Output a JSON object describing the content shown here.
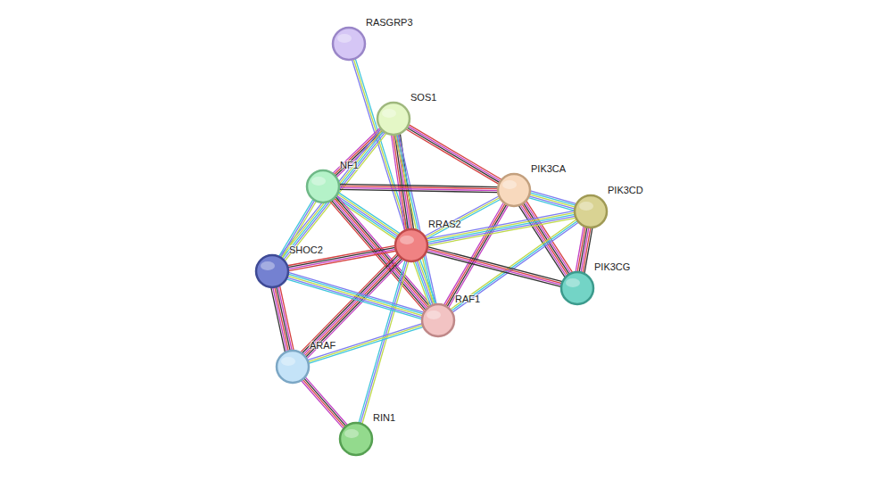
{
  "diagram": {
    "nodes": [
      {
        "text": [
          "RASGRP3"
        ]
      },
      {
        "text": [
          "SOS1"
        ]
      },
      {
        "text": [
          "NF1"
        ]
      },
      {
        "text": [
          "PIK3CA"
        ]
      },
      {
        "text": [
          "PIK3CD"
        ]
      },
      {
        "text": [
          "RRAS2"
        ]
      },
      {
        "text": [
          "SHOC2"
        ]
      },
      {
        "text": [
          "PIK3CG"
        ]
      },
      {
        "text": [
          "RAF1"
        ]
      },
      {
        "text": [
          "ARAF"
        ]
      },
      {
        "text": [
          "RIN1"
        ]
      }
    ],
    "edges": [
      {
        "from": 0,
        "to": 5,
        "arrow": "none"
      },
      {
        "from": 1,
        "to": 2,
        "arrow": "none"
      },
      {
        "from": 1,
        "to": 6,
        "arrow": "none"
      },
      {
        "from": 1,
        "to": 5,
        "arrow": "none"
      },
      {
        "from": 1,
        "to": 8,
        "arrow": "none"
      },
      {
        "from": 1,
        "to": 3,
        "arrow": "none"
      },
      {
        "from": 2,
        "to": 5,
        "arrow": "none"
      },
      {
        "from": 2,
        "to": 8,
        "arrow": "none"
      },
      {
        "from": 2,
        "to": 6,
        "arrow": "none"
      },
      {
        "from": 2,
        "to": 3,
        "arrow": "none"
      },
      {
        "from": 3,
        "to": 4,
        "arrow": "none"
      },
      {
        "from": 3,
        "to": 7,
        "arrow": "none"
      },
      {
        "from": 3,
        "to": 5,
        "arrow": "none"
      },
      {
        "from": 3,
        "to": 8,
        "arrow": "none"
      },
      {
        "from": 4,
        "to": 5,
        "arrow": "none"
      },
      {
        "from": 4,
        "to": 7,
        "arrow": "none"
      },
      {
        "from": 4,
        "to": 8,
        "arrow": "none"
      },
      {
        "from": 5,
        "to": 6,
        "arrow": "none"
      },
      {
        "from": 5,
        "to": 8,
        "arrow": "none"
      },
      {
        "from": 5,
        "to": 9,
        "arrow": "none"
      },
      {
        "from": 5,
        "to": 10,
        "arrow": "none"
      },
      {
        "from": 5,
        "to": 7,
        "arrow": "none"
      },
      {
        "from": 6,
        "to": 8,
        "arrow": "none"
      },
      {
        "from": 6,
        "to": 9,
        "arrow": "none"
      },
      {
        "from": 8,
        "to": 9,
        "arrow": "none"
      },
      {
        "from": 9,
        "to": 10,
        "arrow": "none"
      }
    ]
  }
}
